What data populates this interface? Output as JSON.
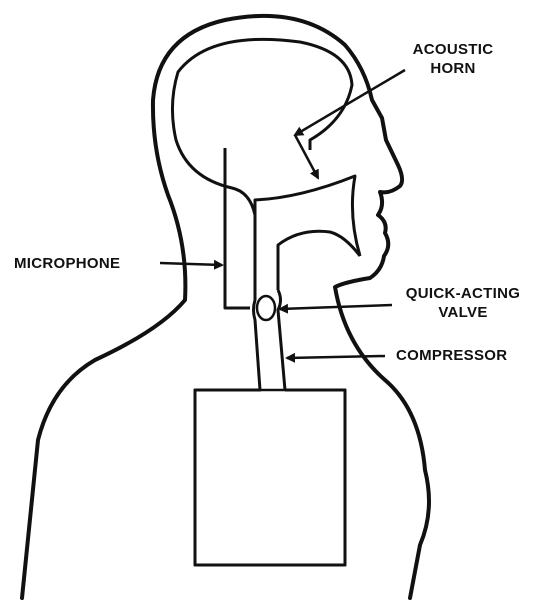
{
  "labels": {
    "acoustic_horn": [
      "ACOUSTIC",
      "HORN"
    ],
    "microphone": "MICROPHONE",
    "quick_acting_valve": [
      "QUICK-ACTING",
      "VALVE"
    ],
    "compressor": "COMPRESSOR"
  },
  "colors": {
    "ink": "#111111",
    "paper": "#ffffff"
  }
}
